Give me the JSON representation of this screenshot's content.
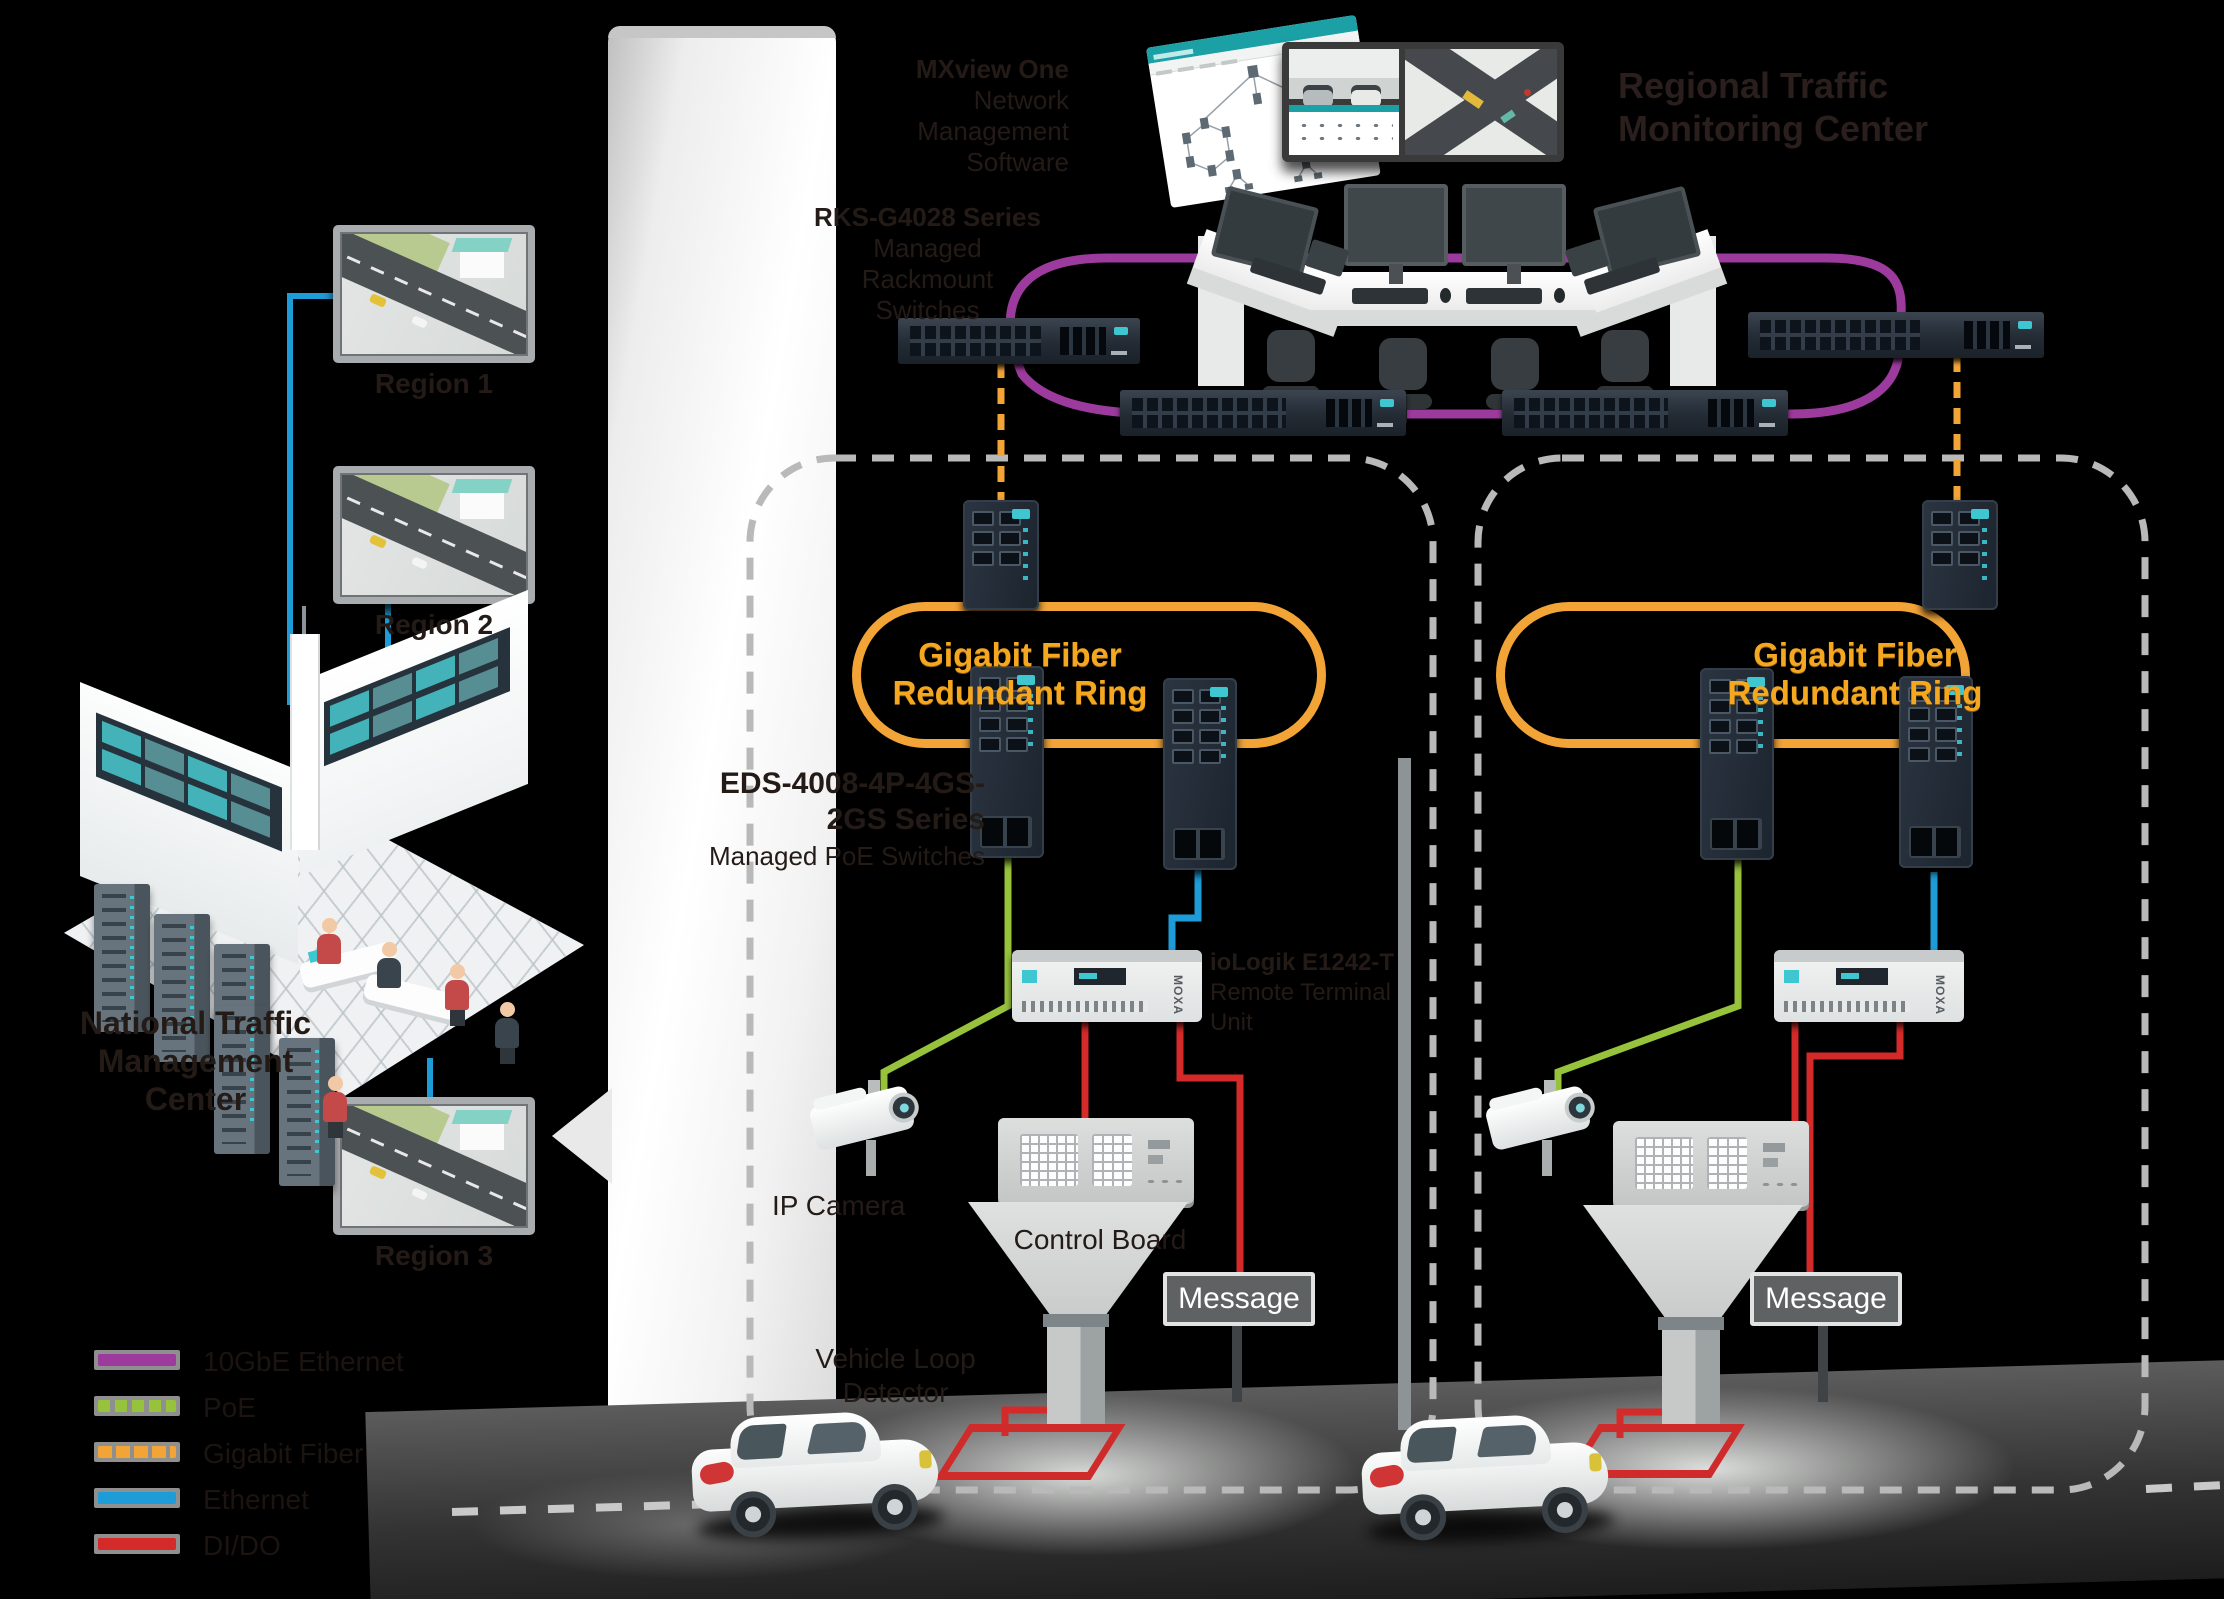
{
  "colors": {
    "ring_purple": "#9d3a9d",
    "poe_green": "#97c23c",
    "fiber_orange": "#f2a437",
    "ethernet_blue": "#1e9cd7",
    "io_red": "#d42a2a",
    "device_accent_teal": "#3ec7d1",
    "ring_label_orange": "#f5a81f"
  },
  "monitors": {
    "labels": [
      "Region 1",
      "Region 2",
      "Region 3"
    ]
  },
  "national_label": [
    "National Traffic",
    "Management",
    "Center"
  ],
  "top": {
    "mxview_label": [
      "MXview One",
      "Network Management",
      "Software"
    ],
    "center_label": [
      "Regional Traffic",
      "Monitoring Center"
    ],
    "rackmount_label": [
      "RKS-G4028 Series",
      "Managed Rackmount",
      "Switches"
    ]
  },
  "field": {
    "eds_label": [
      "EDS-4008-4P-4GS-",
      "2GS Series",
      "Managed PoE Switches"
    ],
    "ring_label": [
      "Gigabit Fiber",
      "Redundant Ring"
    ],
    "iologik_label": [
      "ioLogik E1242-T",
      "Remote Terminal",
      "Unit"
    ],
    "iologik_brand": "MOXA",
    "ip_camera": "IP Camera",
    "control_board": "Control Board",
    "message": "Message",
    "loop_label": [
      "Vehicle Loop",
      "Detector"
    ]
  },
  "legend": [
    {
      "label": "10GbE Ethernet",
      "color": "#9d3a9d",
      "dashed": false
    },
    {
      "label": "PoE",
      "color": "#97c23c",
      "dashed": true
    },
    {
      "label": "Gigabit Fiber",
      "color": "#f2a437",
      "dashed": true
    },
    {
      "label": "Ethernet",
      "color": "#1e9cd7",
      "dashed": false
    },
    {
      "label": "DI/DO",
      "color": "#d42a2a",
      "dashed": false
    }
  ]
}
